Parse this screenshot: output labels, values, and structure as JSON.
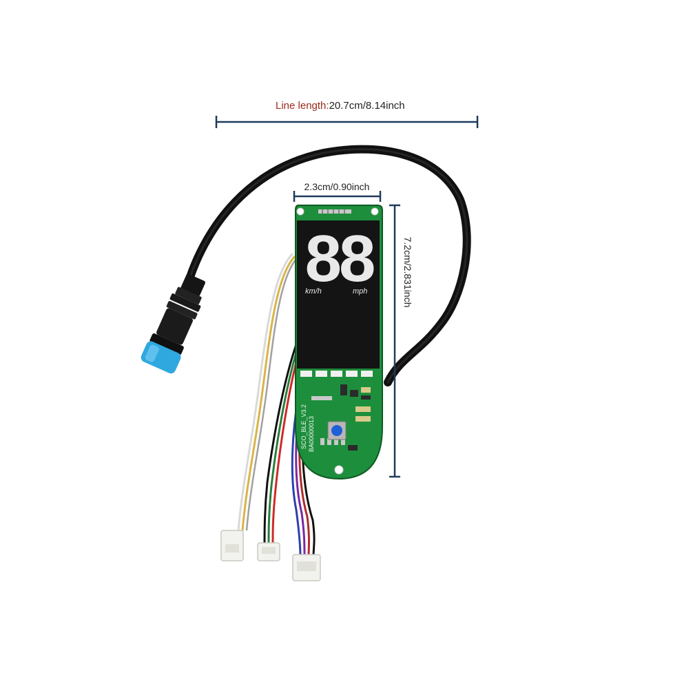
{
  "dimensions": {
    "line_length_label": "Line length:",
    "line_length_value": "20.7cm/8.14inch",
    "width_value": "2.3cm/0.90inch",
    "height_value": "7.2cm/2.831inch"
  },
  "display": {
    "digits": "88",
    "unit_left": "km/h",
    "unit_right": "mph"
  },
  "board": {
    "model_label": "SCO_BLE_V3.2",
    "part_number": "BA00000013"
  },
  "colors": {
    "pcb_green": "#1d8f3c",
    "dimension_line": "#1f3a5c",
    "label_red": "#9b2a1a",
    "connector_blue": "#2fa8e0",
    "button_blue": "#1d5fd6"
  }
}
